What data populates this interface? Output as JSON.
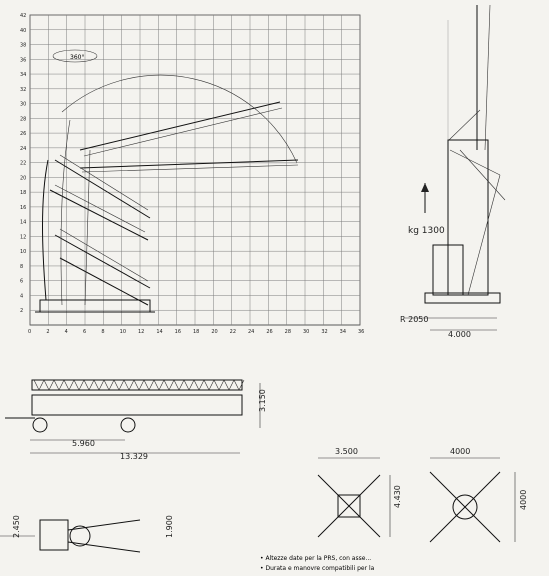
{
  "chart": {
    "x_ticks": [
      "0",
      "2",
      "4",
      "6",
      "8",
      "10",
      "12",
      "14",
      "16",
      "18",
      "20",
      "22",
      "24",
      "26",
      "28",
      "30",
      "32",
      "34",
      "36"
    ],
    "y_ticks": [
      "2",
      "4",
      "6",
      "8",
      "10",
      "12",
      "14",
      "16",
      "18",
      "20",
      "22",
      "24",
      "26",
      "28",
      "30",
      "32",
      "34",
      "36",
      "38",
      "40",
      "42"
    ],
    "slew_label": "360°"
  },
  "side_view": {
    "ballast_label": "kg 1300",
    "radius_label": "R 2050",
    "base_width": "4.000"
  },
  "transport_view": {
    "length_short": "5.960",
    "length_total": "13.329",
    "height": "3.150"
  },
  "top_view": {
    "width": "2.450",
    "depth": "1.900"
  },
  "outrigger_small": {
    "width": "3.500",
    "depth": "4.430"
  },
  "outrigger_large": {
    "width": "4000",
    "depth": "4000"
  },
  "footer_text": [
    "• Altezze date per la PRS, con asse...",
    "• Durata e manovre compatibili per la"
  ]
}
